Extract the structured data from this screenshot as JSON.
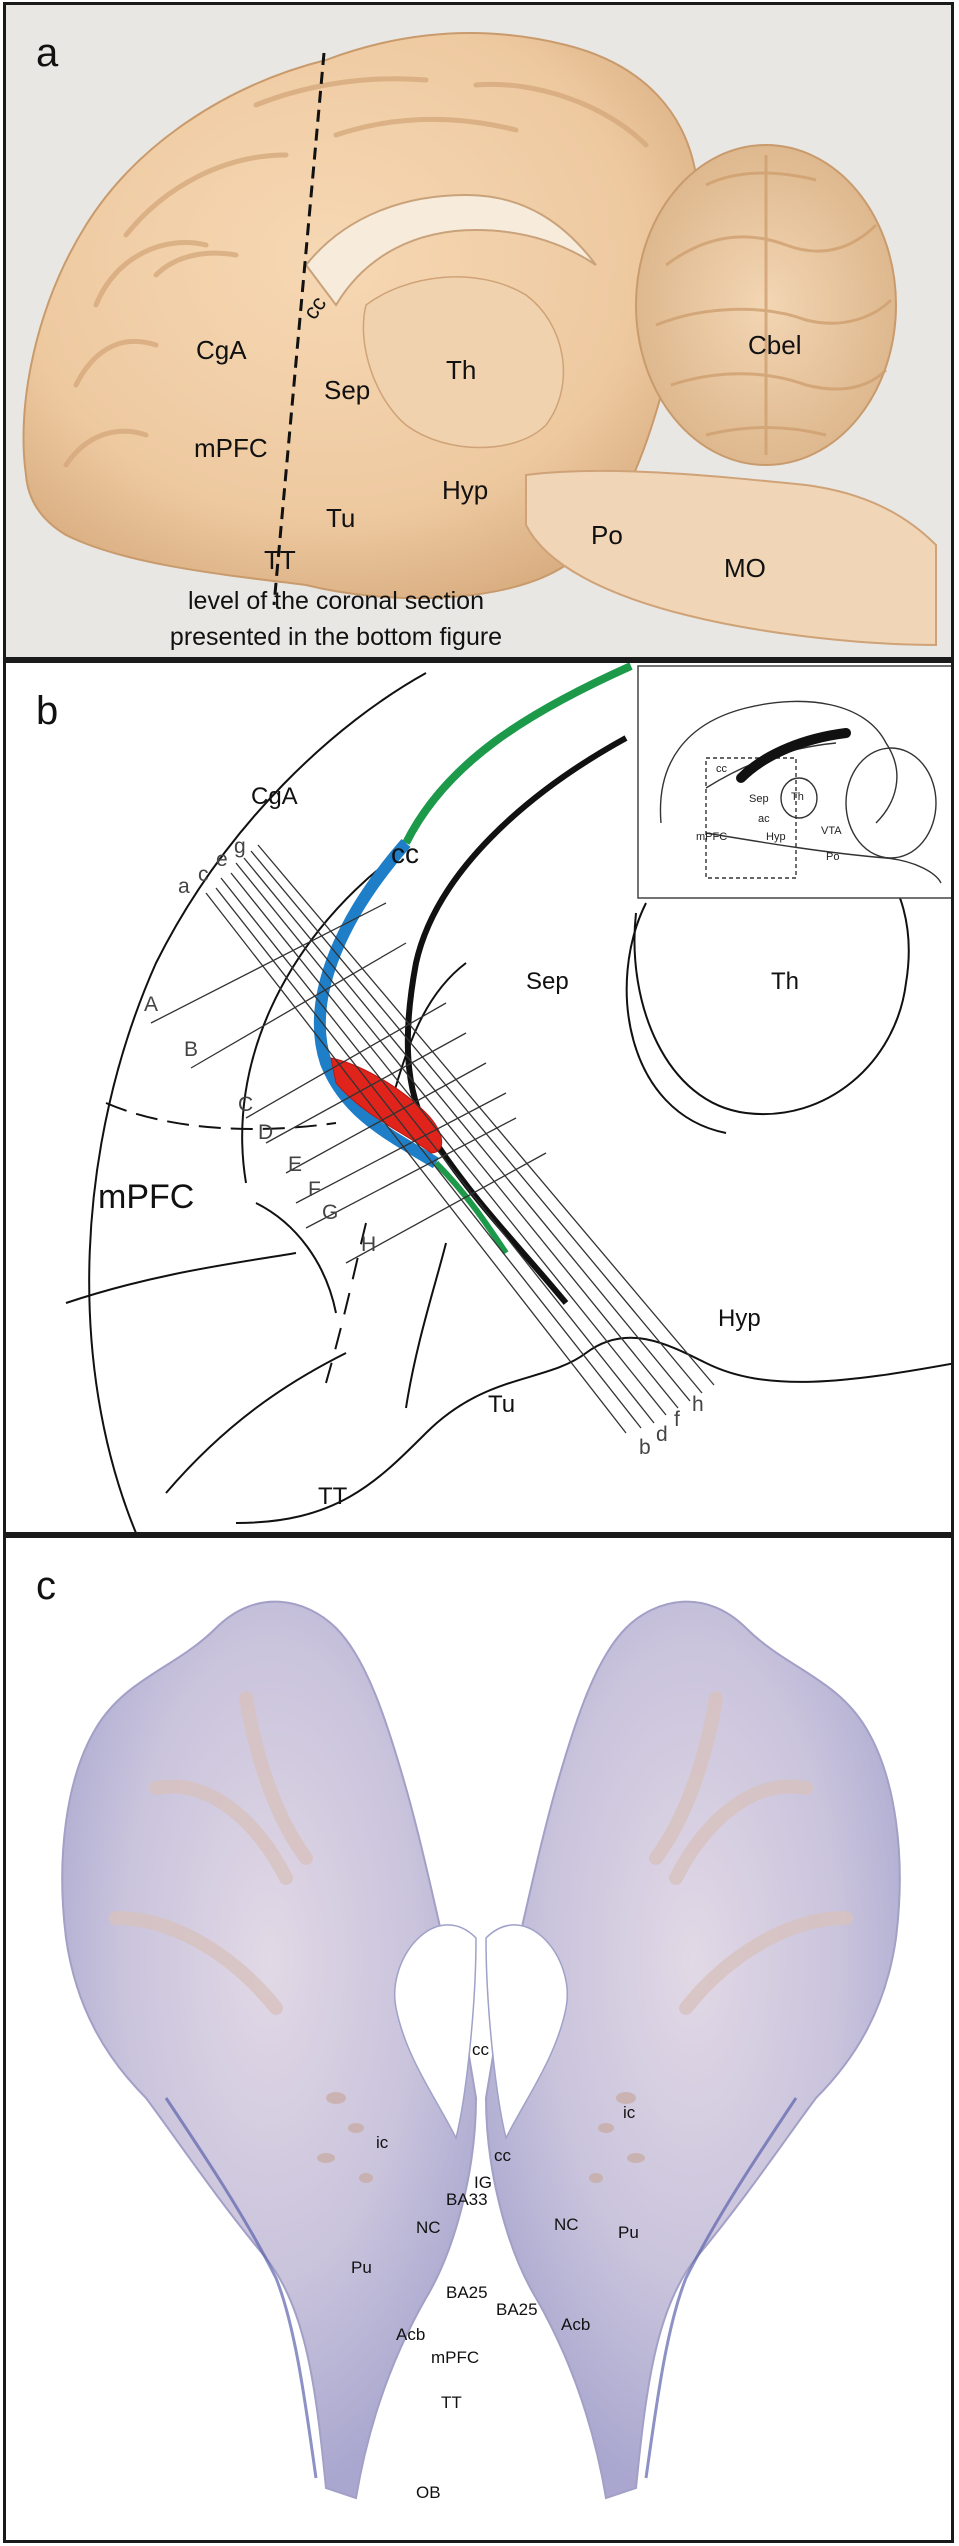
{
  "panel_a": {
    "letter": "a",
    "labels": {
      "cc": "cc",
      "cga": "CgA",
      "sep": "Sep",
      "th": "Th",
      "cbel": "Cbel",
      "mpfc": "mPFC",
      "tu": "Tu",
      "hyp": "Hyp",
      "po": "Po",
      "mo": "MO",
      "tt": "TT"
    },
    "caption_line1": "level of the coronal section",
    "caption_line2": "presented in the bottom figure"
  },
  "panel_b": {
    "letter": "b",
    "labels": {
      "cga": "CgA",
      "cc": "cc",
      "sep": "Sep",
      "th": "Th",
      "mpfc": "mPFC",
      "hyp": "Hyp",
      "tu": "Tu",
      "tt": "TT"
    },
    "sections_upper": [
      "A",
      "B",
      "C",
      "D",
      "E",
      "F",
      "G",
      "H"
    ],
    "sections_lower_left": [
      "a",
      "c",
      "e",
      "g"
    ],
    "sections_lower_right": [
      "b",
      "d",
      "f",
      "h"
    ],
    "inset": {
      "cc": "cc",
      "sep": "Sep",
      "th": "Th",
      "ac": "ac",
      "mpfc": "mPFC",
      "hyp": "Hyp",
      "vta": "VTA",
      "po": "Po"
    },
    "colors": {
      "green": "#1c9a4a",
      "blue": "#1f7ec8",
      "red": "#e0241c"
    }
  },
  "panel_c": {
    "letter": "c",
    "labels": {
      "cc_top": "cc",
      "cc_mid": "cc",
      "ig": "IG",
      "ba33": "BA33",
      "ic_left": "ic",
      "ic_right": "ic",
      "nc_left": "NC",
      "nc_right": "NC",
      "pu_left": "Pu",
      "pu_right": "Pu",
      "ba25_left": "BA25",
      "ba25_right": "BA25",
      "acb_left": "Acb",
      "acb_right": "Acb",
      "mpfc": "mPFC",
      "tt": "TT",
      "ob": "OB"
    }
  }
}
